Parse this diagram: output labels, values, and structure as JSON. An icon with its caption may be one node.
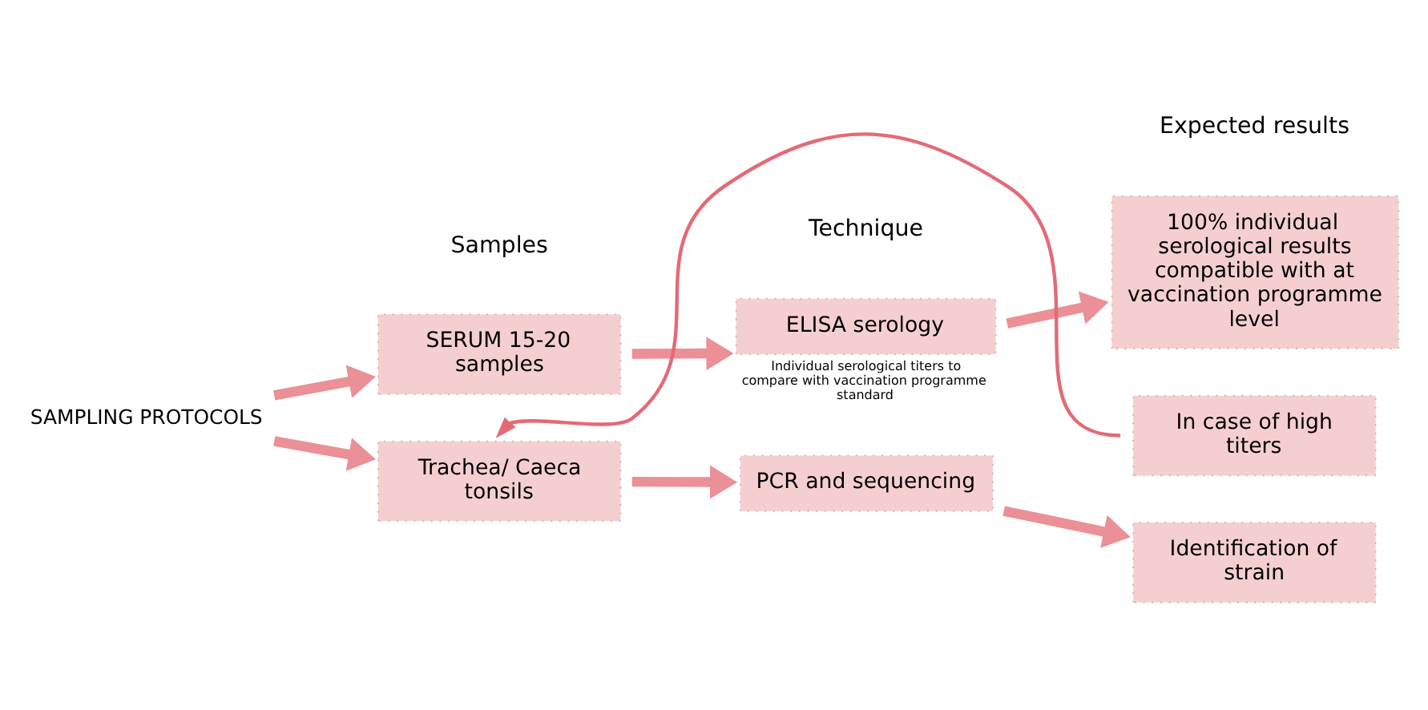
{
  "diagram": {
    "nodes": [
      {
        "text": [
          "SERUM 15-20 samples"
        ]
      },
      {
        "text": [
          "ELISA serology"
        ],
        "beside": [
          "Individual serological titers to compare with vaccination programme standard"
        ]
      },
      {
        "text": [
          "100% individual serological results compatible with at vaccination programme level"
        ]
      },
      {
        "text": [
          "In case of high titers"
        ]
      },
      {
        "text": [
          "Trachea/ Caeca tonsils"
        ]
      },
      {
        "text": [
          "PCR and sequencing"
        ]
      },
      {
        "text": [
          "Identification of strain"
        ]
      },
      {
        "text": [
          "SAMPLING PROTOCOLS"
        ]
      }
    ],
    "edges": [
      {
        "from": 7,
        "to": 0,
        "arrow": "to"
      },
      {
        "from": 7,
        "to": 4,
        "arrow": "to"
      },
      {
        "from": 0,
        "to": 1,
        "arrow": "to"
      },
      {
        "from": 1,
        "to": 2,
        "arrow": "to"
      },
      {
        "from": 3,
        "to": 4,
        "arrow": "to",
        "color": "#e46a76"
      },
      {
        "from": 4,
        "to": 5,
        "arrow": "to"
      },
      {
        "from": 5,
        "to": 6,
        "arrow": "to"
      }
    ],
    "labels": [
      "Samples",
      "Technique",
      "Expected results"
    ]
  }
}
